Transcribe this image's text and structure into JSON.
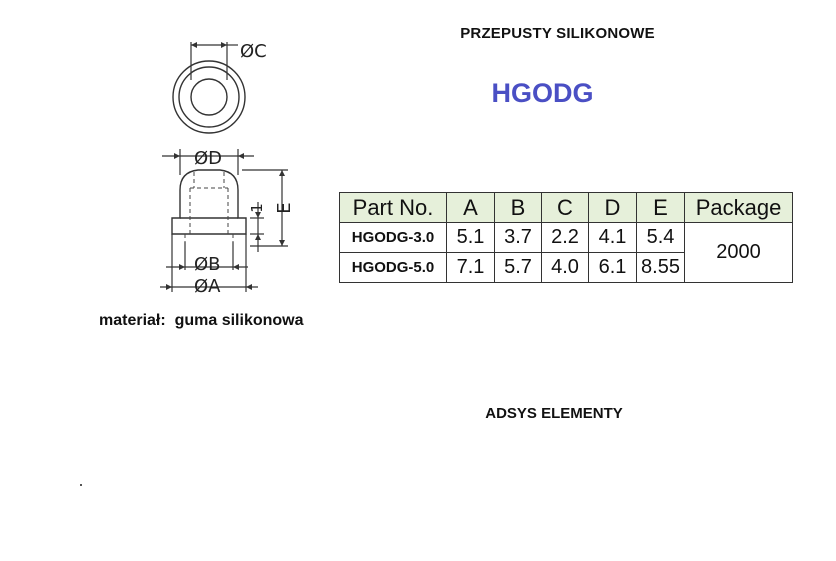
{
  "heading": "PRZEPUSTY SILIKONOWE",
  "product_code": "HGODG",
  "material": "materiał:  guma silikonowa",
  "footer": "ADSYS ELEMENTY",
  "drawing_labels": {
    "c": "ØC",
    "d": "ØD",
    "b": "ØB",
    "a": "ØA",
    "e": "E",
    "one": "1"
  },
  "table": {
    "headers": [
      "Part No.",
      "A",
      "B",
      "C",
      "D",
      "E",
      "Package"
    ],
    "rows": [
      {
        "part": "HGODG-3.0",
        "values": [
          "5.1",
          "3.7",
          "2.2",
          "4.1",
          "5.4"
        ]
      },
      {
        "part": "HGODG-5.0",
        "values": [
          "7.1",
          "5.7",
          "4.0",
          "6.1",
          "8.55"
        ]
      }
    ],
    "package": "2000"
  },
  "colors": {
    "product_code": "#4a4fc4",
    "header_fill": "#e6f0da"
  }
}
